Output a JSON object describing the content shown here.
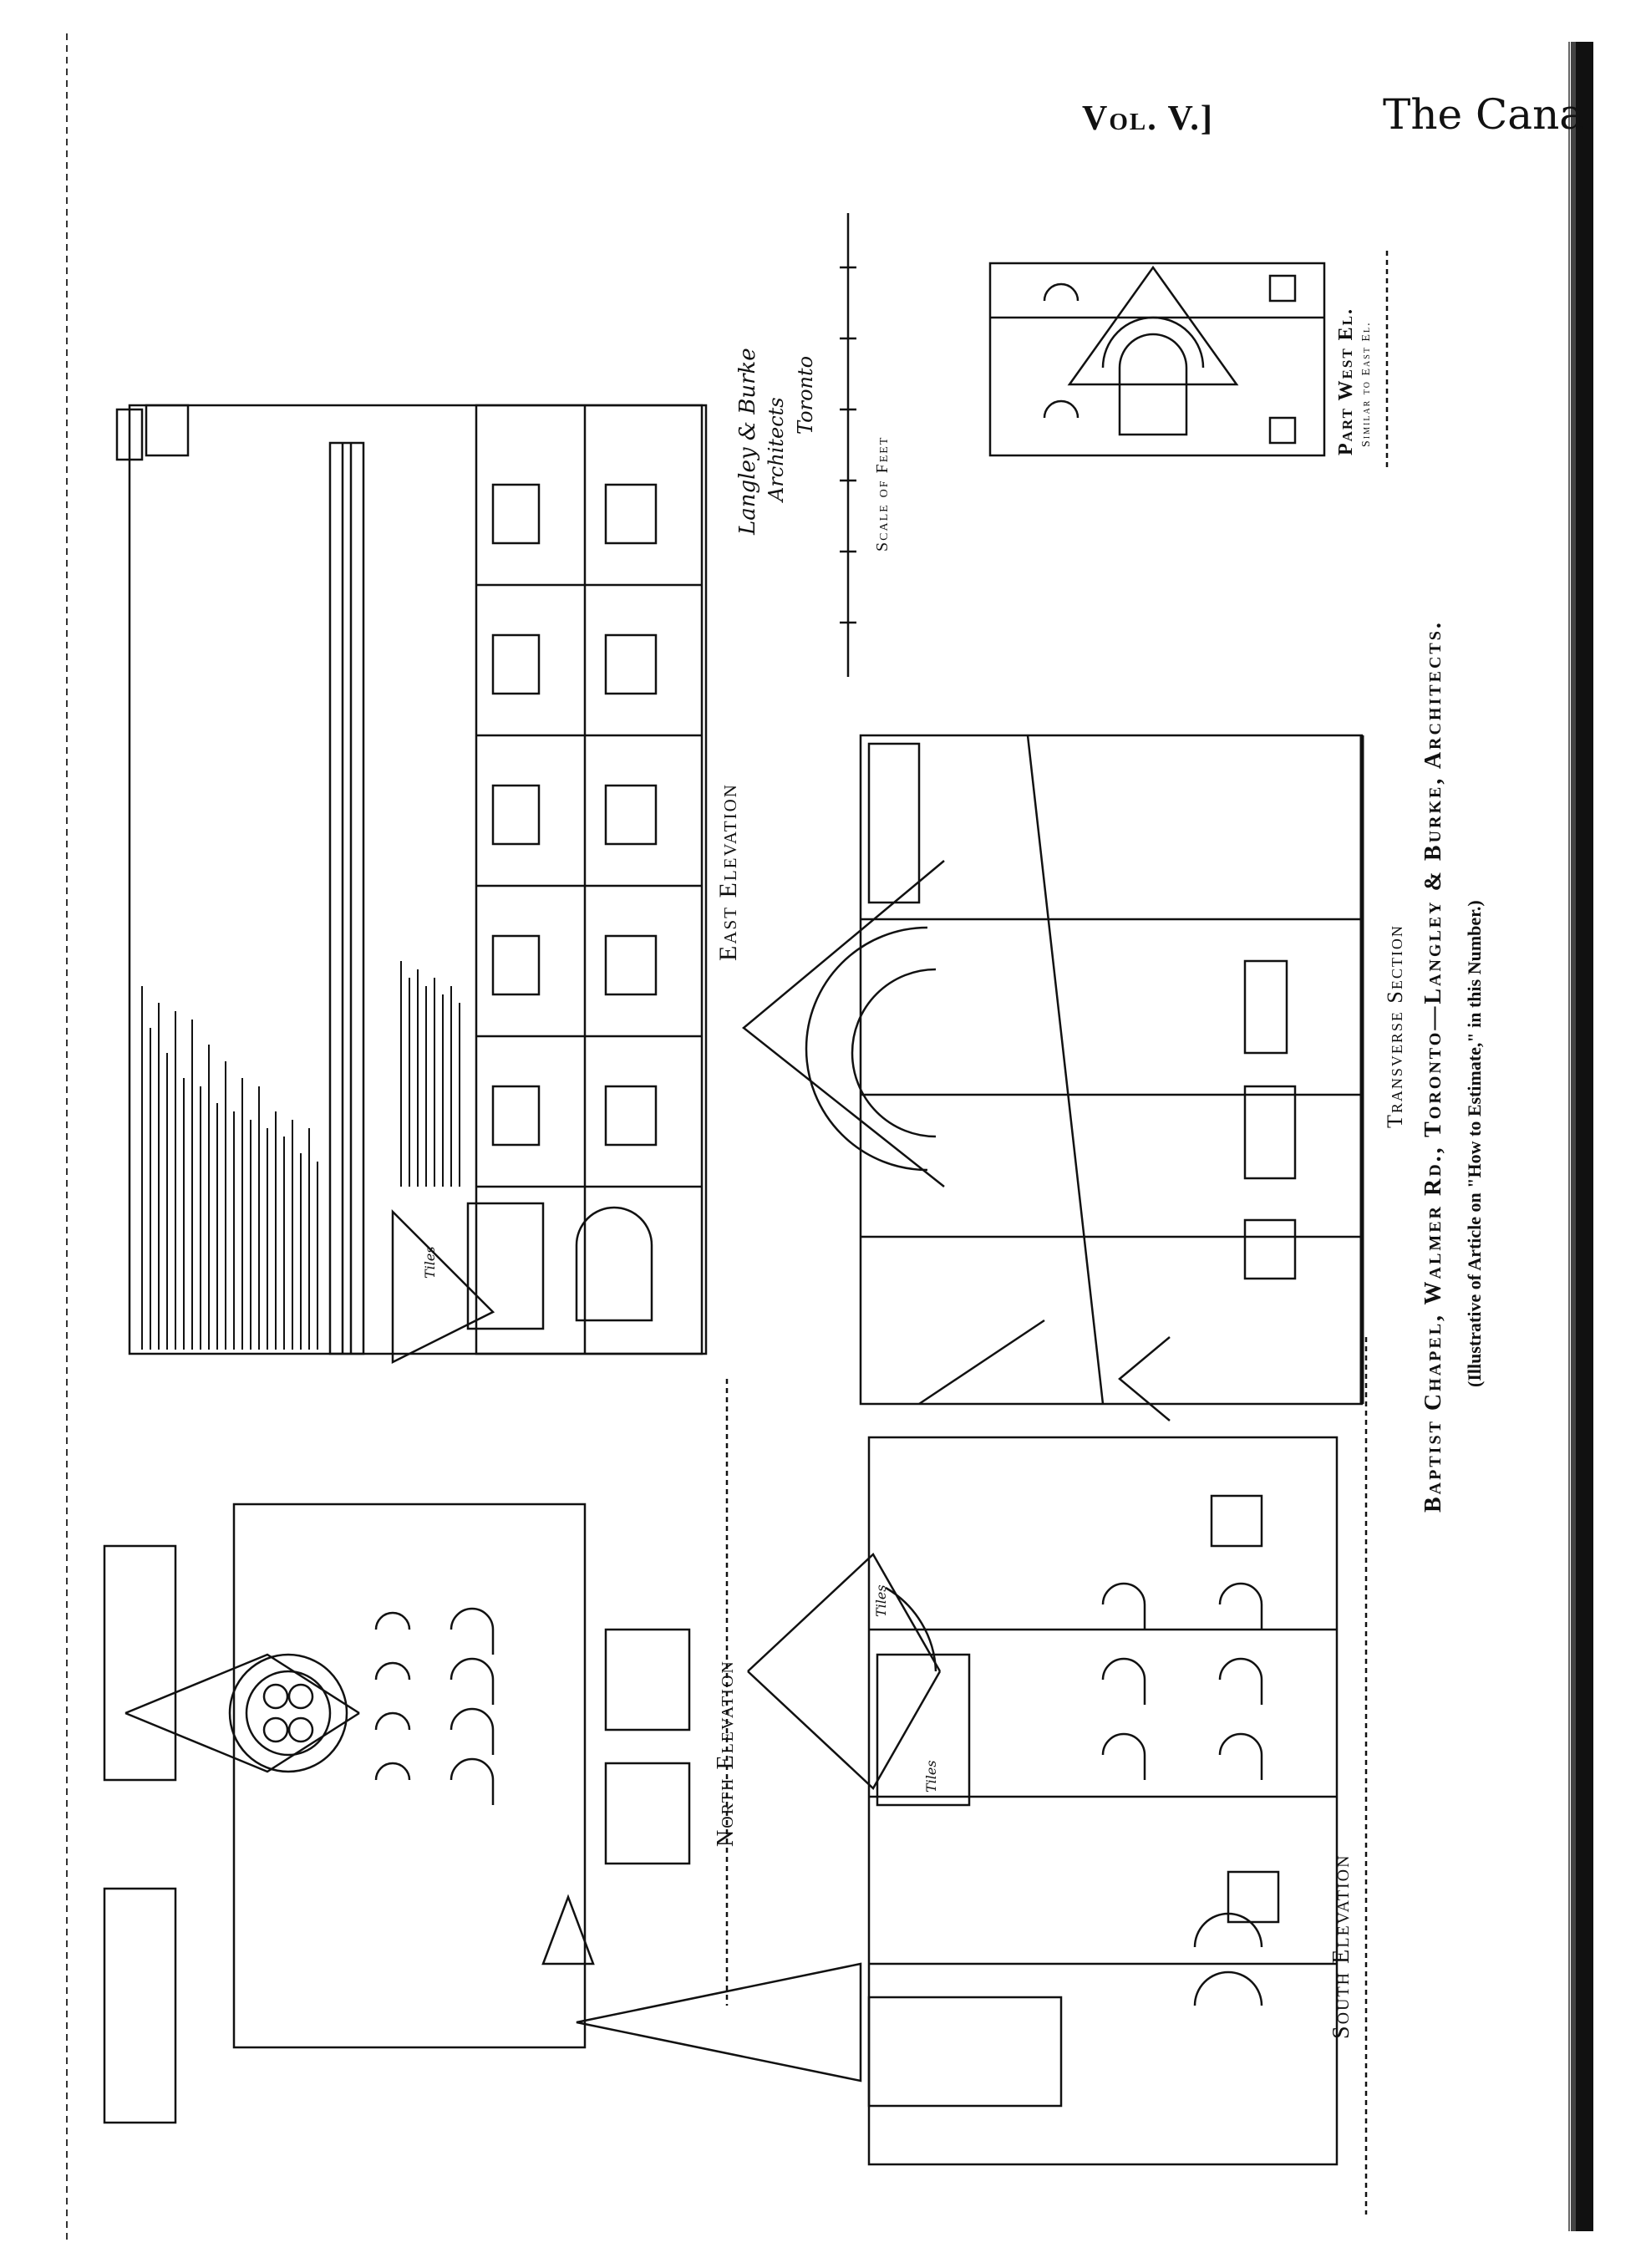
{
  "header": {
    "volume": "Vol. V.]",
    "journal_fragment": "The Cana"
  },
  "plate": {
    "caption_title": "Baptist Chapel, Walmer Rd., Toronto—Langley & Burke, Architects.",
    "caption_note": "(Illustrative of Article on \"How to Estimate,\" in this Number.)"
  },
  "drawings": {
    "east_elevation": "East Elevation",
    "north_elevation": "North Elevation",
    "south_elevation": "South Elevation",
    "transverse_section": "Transverse Section",
    "part_west_el": "Part West El.",
    "part_west_el_note": "Similar to East El."
  },
  "signature": {
    "line1": "Langley & Burke",
    "line2": "Architects",
    "line3": "Toronto"
  },
  "scale_bar": {
    "label": "Scale of Feet"
  },
  "annotations": {
    "tiles_1": "Tiles",
    "tiles_2": "Tiles",
    "tiles_3": "Tiles"
  },
  "colors": {
    "ink": "#111111",
    "paper": "#ffffff"
  }
}
